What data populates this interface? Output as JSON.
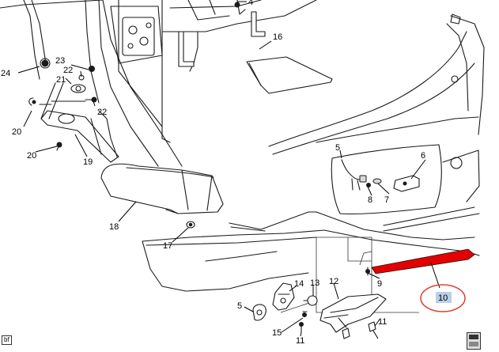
{
  "callouts": [
    {
      "id": "c4",
      "label": "4"
    },
    {
      "id": "c16",
      "label": "16"
    },
    {
      "id": "c24",
      "label": "24"
    },
    {
      "id": "c23",
      "label": "23"
    },
    {
      "id": "c22a",
      "label": "22"
    },
    {
      "id": "c21",
      "label": "21"
    },
    {
      "id": "c22b",
      "label": "22"
    },
    {
      "id": "c20a",
      "label": "20"
    },
    {
      "id": "c20b",
      "label": "20"
    },
    {
      "id": "c19",
      "label": "19"
    },
    {
      "id": "c18",
      "label": "18"
    },
    {
      "id": "c17",
      "label": "17"
    },
    {
      "id": "c5a",
      "label": "5"
    },
    {
      "id": "c6",
      "label": "6"
    },
    {
      "id": "c7",
      "label": "7"
    },
    {
      "id": "c8",
      "label": "8"
    },
    {
      "id": "c9",
      "label": "9"
    },
    {
      "id": "c10",
      "label": "10"
    },
    {
      "id": "c12",
      "label": "12"
    },
    {
      "id": "c13",
      "label": "13"
    },
    {
      "id": "c14",
      "label": "14"
    },
    {
      "id": "c5b",
      "label": "5"
    },
    {
      "id": "c15",
      "label": "15"
    },
    {
      "id": "c11a",
      "label": "11"
    },
    {
      "id": "c11b",
      "label": "11"
    }
  ],
  "highlight": {
    "label": "10",
    "part_color": "#e30000",
    "ring_color": "#e23a2a",
    "label_bg": "#b9cfe8"
  },
  "corner_code": "bf"
}
